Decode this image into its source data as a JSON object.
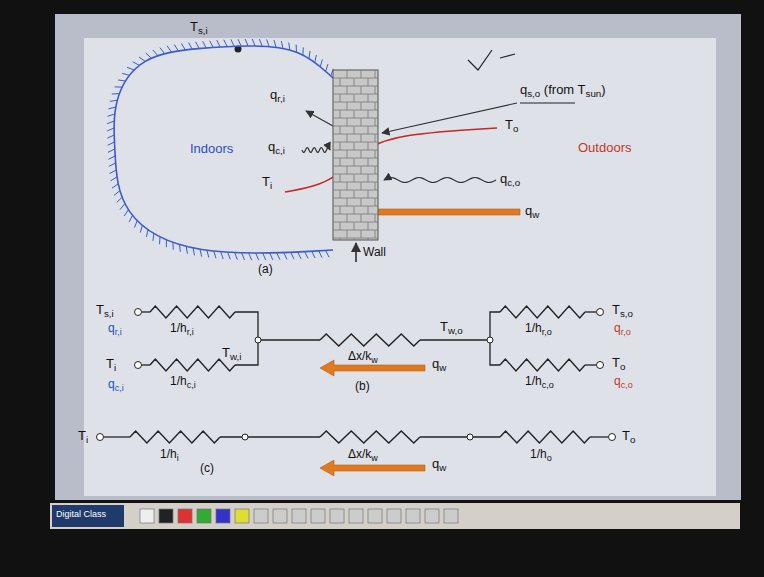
{
  "diagram": {
    "nodes": [
      {
        "text": [
          "Indoors"
        ]
      },
      {
        "text": [
          "Wall"
        ]
      }
    ],
    "labels": [
      "Ts,i",
      "qr,i",
      "qs,o (from Tsun)",
      "To",
      "qc,i",
      "Ti",
      "qc,o",
      "qw",
      "Outdoors",
      "(a)",
      "Ts,i",
      "1/hr,i",
      "qr,i",
      "Tw,i",
      "Δx/kw",
      "qw",
      "(b)",
      "Tw,o",
      "1/hr,o",
      "Ts,o",
      "qr,o",
      "Ti",
      "1/hc,i",
      "qc,i",
      "1/hc,o",
      "To",
      "qc,o",
      "Ti",
      "1/hi",
      "Δx/kw",
      "qw",
      "1/ho",
      "To",
      "(c)",
      "Digital Class"
    ]
  }
}
